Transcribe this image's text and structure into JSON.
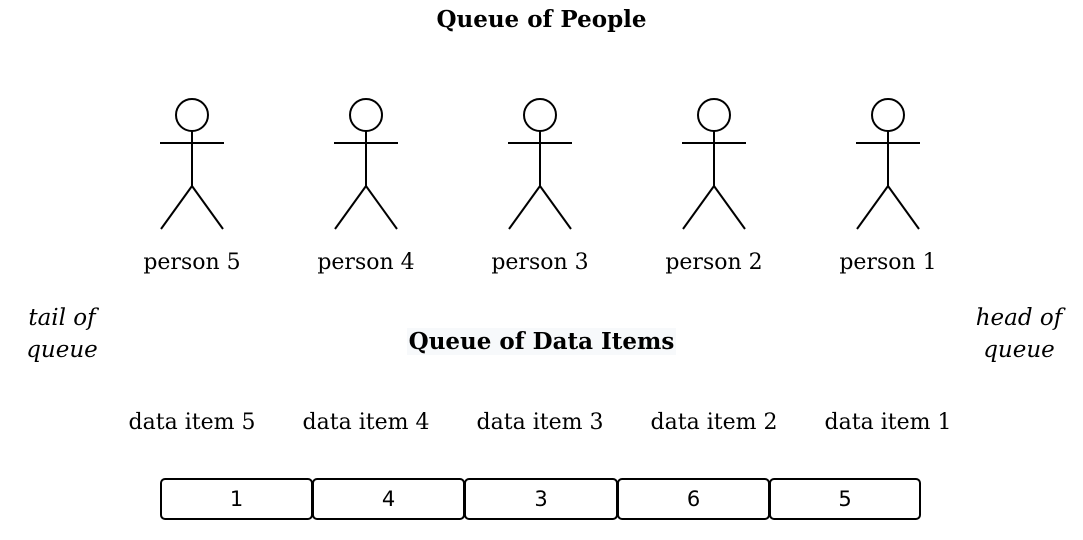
{
  "titles": {
    "people": "Queue of People",
    "data": "Queue of Data Items"
  },
  "sides": {
    "tail": "tail of\nqueue",
    "head": "head of\nqueue"
  },
  "persons": [
    "person 5",
    "person 4",
    "person 3",
    "person 2",
    "person 1"
  ],
  "data_items": [
    "data item 5",
    "data item 4",
    "data item 3",
    "data item 2",
    "data item 1"
  ],
  "cells": [
    "1",
    "4",
    "3",
    "6",
    "5"
  ],
  "icons": {
    "person": "stick-figure-icon"
  }
}
